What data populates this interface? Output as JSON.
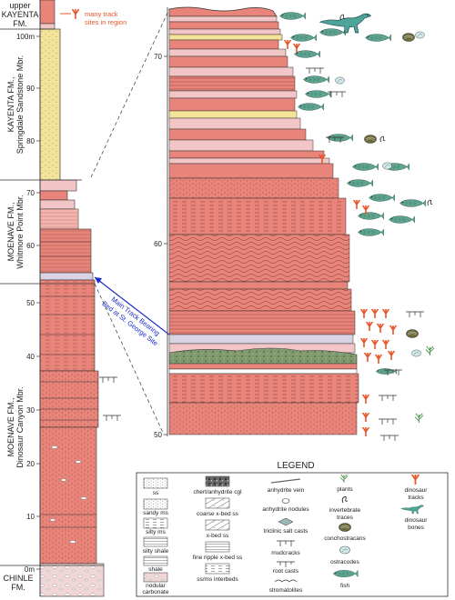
{
  "formations": {
    "kayenta_upper": "upper",
    "kayenta_fm": "KAYENTA",
    "kayenta_fm2": "FM.",
    "kayenta_name": "KAYENTA FM.,",
    "kayenta_mbr": "Springdale Sandstone Mbr.",
    "whitmore_name": "MOENAVE FM.,",
    "whitmore_mbr": "Whitmore Point Mbr.",
    "dinosaur_name": "MOENAVE FM.,",
    "dinosaur_mbr": "Dinosaur Canyon Mbr.",
    "chinle_name": "CHINLE",
    "chinle_fm": "FM."
  },
  "left_column": {
    "scale_labels": [
      "100m",
      "90",
      "80",
      "70",
      "60",
      "50",
      "40",
      "30",
      "20",
      "10",
      "0m"
    ]
  },
  "detail_column": {
    "scale_labels": [
      "70",
      "60",
      "50"
    ]
  },
  "annotations": {
    "track_sites": "many track",
    "track_sites2": "sites in region",
    "main_track_bed": "Main Track Bearing",
    "main_track_bed2": "Bed at St. George Site"
  },
  "legend": {
    "title": "LEGEND",
    "lithology": [
      {
        "label": "ss",
        "pattern": "ss"
      },
      {
        "label": "sandy ms",
        "pattern": "sandy"
      },
      {
        "label": "silty ms",
        "pattern": "silty"
      },
      {
        "label": "silty shale",
        "pattern": "siltyshale"
      },
      {
        "label": "shale",
        "pattern": "shale"
      },
      {
        "label": "nodular",
        "label2": "carbonate",
        "pattern": "nodular"
      },
      {
        "label": "chert/anhydrite cgl",
        "pattern": "cgl"
      },
      {
        "label": "coarse x-bed ss",
        "pattern": "coarse"
      },
      {
        "label": "x-bed ss",
        "pattern": "xbed"
      },
      {
        "label": "fine ripple x-bed ss",
        "pattern": "ripple"
      },
      {
        "label": "ss/ms interbeds",
        "pattern": "interbed"
      }
    ],
    "structures": [
      {
        "label": "anhydrite vein",
        "icon": "vein-icon"
      },
      {
        "label": "anhydrite nodules",
        "icon": "nodule-icon"
      },
      {
        "label": "triclinic salt casts",
        "icon": "salt-cast-icon"
      },
      {
        "label": "mudcracks",
        "icon": "mudcrack-icon"
      },
      {
        "label": "root casts",
        "icon": "root-cast-icon"
      },
      {
        "label": "stromatolites",
        "icon": "stromatolite-icon"
      }
    ],
    "fossils": [
      {
        "label": "plants",
        "icon": "plant-icon"
      },
      {
        "label": "invertebrate",
        "label2": "traces",
        "icon": "trace-icon"
      },
      {
        "label": "conchostracans",
        "icon": "conchostracan-icon"
      },
      {
        "label": "ostracodes",
        "icon": "ostracode-icon"
      },
      {
        "label": "fish",
        "icon": "fish-icon"
      }
    ],
    "dinosaurs": [
      {
        "label": "dinosaur",
        "label2": "tracks",
        "icon": "track-icon"
      },
      {
        "label": "dinosaur",
        "label2": "bones",
        "icon": "bone-icon"
      }
    ]
  },
  "colors": {
    "red_bed": "#e8847a",
    "pink_bed": "#f2c6c6",
    "yellow_ss": "#f4e49a",
    "grey_bed": "#d9d3e3",
    "green_bed": "#7f9a6d",
    "fish": "#5ea38f",
    "track": "#e8562a",
    "link_line": "#1a2cc8"
  }
}
